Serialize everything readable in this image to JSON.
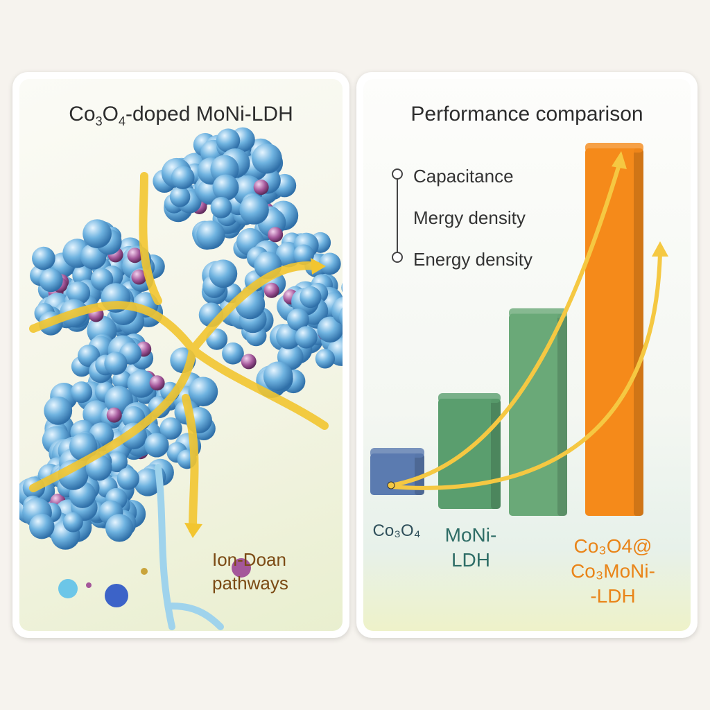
{
  "left_panel": {
    "title_main": "Co",
    "title_sub1": "3",
    "title_mid": "O",
    "title_sub2": "4",
    "title_rest": "-doped MoNi-LDH",
    "pathway_label_line1": "Ion-Doan",
    "pathway_label_line2": "pathways",
    "colors": {
      "sphere": "#6fb3e0",
      "dopant": "#a4579a",
      "pathway": "#f2c530"
    }
  },
  "right_panel": {
    "title": "Performance comparison",
    "legend": [
      {
        "label": "Capacitance"
      },
      {
        "label": "Mergy density"
      },
      {
        "label": "Energy density"
      }
    ],
    "bars": [
      {
        "label_line1": "Co₃O₄",
        "label_line2": "",
        "label_line3": "",
        "color": "#5b7bb0",
        "level": 0.12
      },
      {
        "label_line1": "MoNi-",
        "label_line2": "LDH",
        "label_line3": "",
        "color": "#5a9e6e",
        "level": 0.3
      },
      {
        "label_line1": "",
        "label_line2": "",
        "label_line3": "",
        "color": "#6aa978",
        "level": 0.55
      },
      {
        "label_line1": "Co₃O4@",
        "label_line2": "Co₃MoNi-",
        "label_line3": "-LDH",
        "color": "#f58a1a",
        "level": 1.0
      }
    ],
    "label_colors": {
      "co3o4": "#2f4f5a",
      "moni": "#2e6d66",
      "composite": "#e98418"
    }
  }
}
